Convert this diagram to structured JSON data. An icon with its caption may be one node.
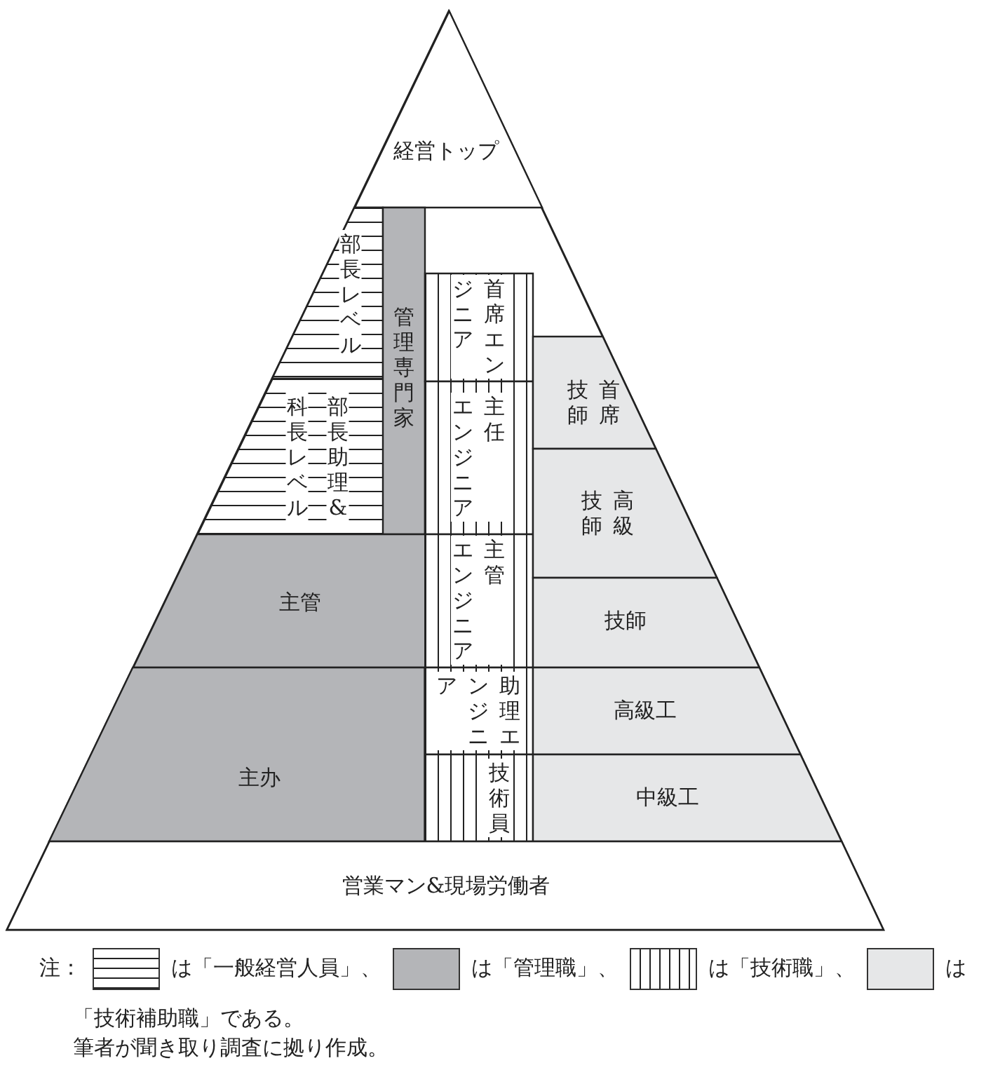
{
  "diagram": {
    "nodes": [
      {
        "text": [
          "経営トップ"
        ]
      },
      {
        "text": [
          "部長レベル"
        ]
      },
      {
        "text": [
          "科長レベル",
          "部長助理&"
        ]
      },
      {
        "text": [
          "管理専門家"
        ]
      },
      {
        "text": [
          "首席エンジニア"
        ]
      },
      {
        "text": [
          "主任エンジニア"
        ]
      },
      {
        "text": [
          "主管エンジニア"
        ]
      },
      {
        "text": [
          "助理エンジニア"
        ]
      },
      {
        "text": [
          "技術員"
        ]
      },
      {
        "text": [
          "首席技師"
        ]
      },
      {
        "text": [
          "高級技師"
        ]
      },
      {
        "text": [
          "技師"
        ]
      },
      {
        "text": [
          "主管"
        ]
      },
      {
        "text": [
          "高級工"
        ]
      },
      {
        "text": [
          "主办"
        ]
      },
      {
        "text": [
          "中級工"
        ]
      },
      {
        "text": [
          "営業マン&現場労働者"
        ]
      }
    ],
    "labels": [
      "注：",
      "筆者が聞き取り調査に拠り作成。"
    ],
    "legend": [
      {
        "text": "は「一般経営人員」、"
      },
      {
        "text": "は「管理職」、",
        "color": "#b4b5b8"
      },
      {
        "text": "は「技術職」、"
      },
      {
        "text": "は「技術補助職」である。",
        "color": "#e6e7e8"
      }
    ]
  }
}
